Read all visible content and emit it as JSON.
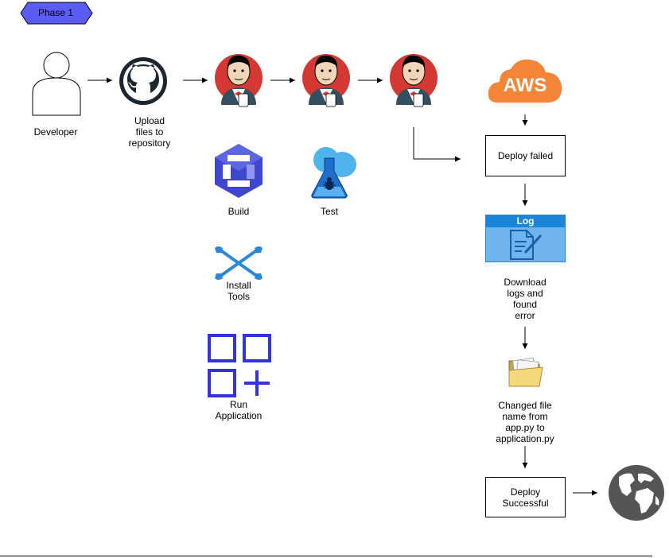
{
  "phase_badge": {
    "label": "Phase 1",
    "fill": "#5B5BF5"
  },
  "nodes": {
    "developer": {
      "label": "Developer",
      "icon": "person-icon"
    },
    "github": {
      "label": "Upload\nfiles to\nrepository",
      "icon": "github-icon"
    },
    "jenkins": {
      "icon": "jenkins-icon",
      "count": 3
    },
    "build": {
      "label": "Build",
      "icon": "build-icon"
    },
    "test": {
      "label": "Test",
      "icon": "test-flask-icon"
    },
    "install_tools": {
      "label": "Install\nTools",
      "icon": "tools-icon"
    },
    "run_application": {
      "label": "Run\nApplication",
      "icon": "apps-grid-icon"
    },
    "aws": {
      "label": "AWS",
      "icon": "aws-cloud-icon",
      "color": "#F58536"
    },
    "deploy_failed": {
      "label": "Deploy failed"
    },
    "log": {
      "header": "Log",
      "icon": "log-document-icon",
      "color": "#1B85D8"
    },
    "download_logs": {
      "label": "Download\nlogs and\nfound\nerror"
    },
    "folder": {
      "icon": "folder-icon"
    },
    "changed_file": {
      "label": "Changed file\nname from\napp.py to\napplication.py"
    },
    "deploy_successful": {
      "label": "Deploy\nSuccessful"
    },
    "globe": {
      "icon": "globe-icon",
      "color": "#555555"
    }
  }
}
